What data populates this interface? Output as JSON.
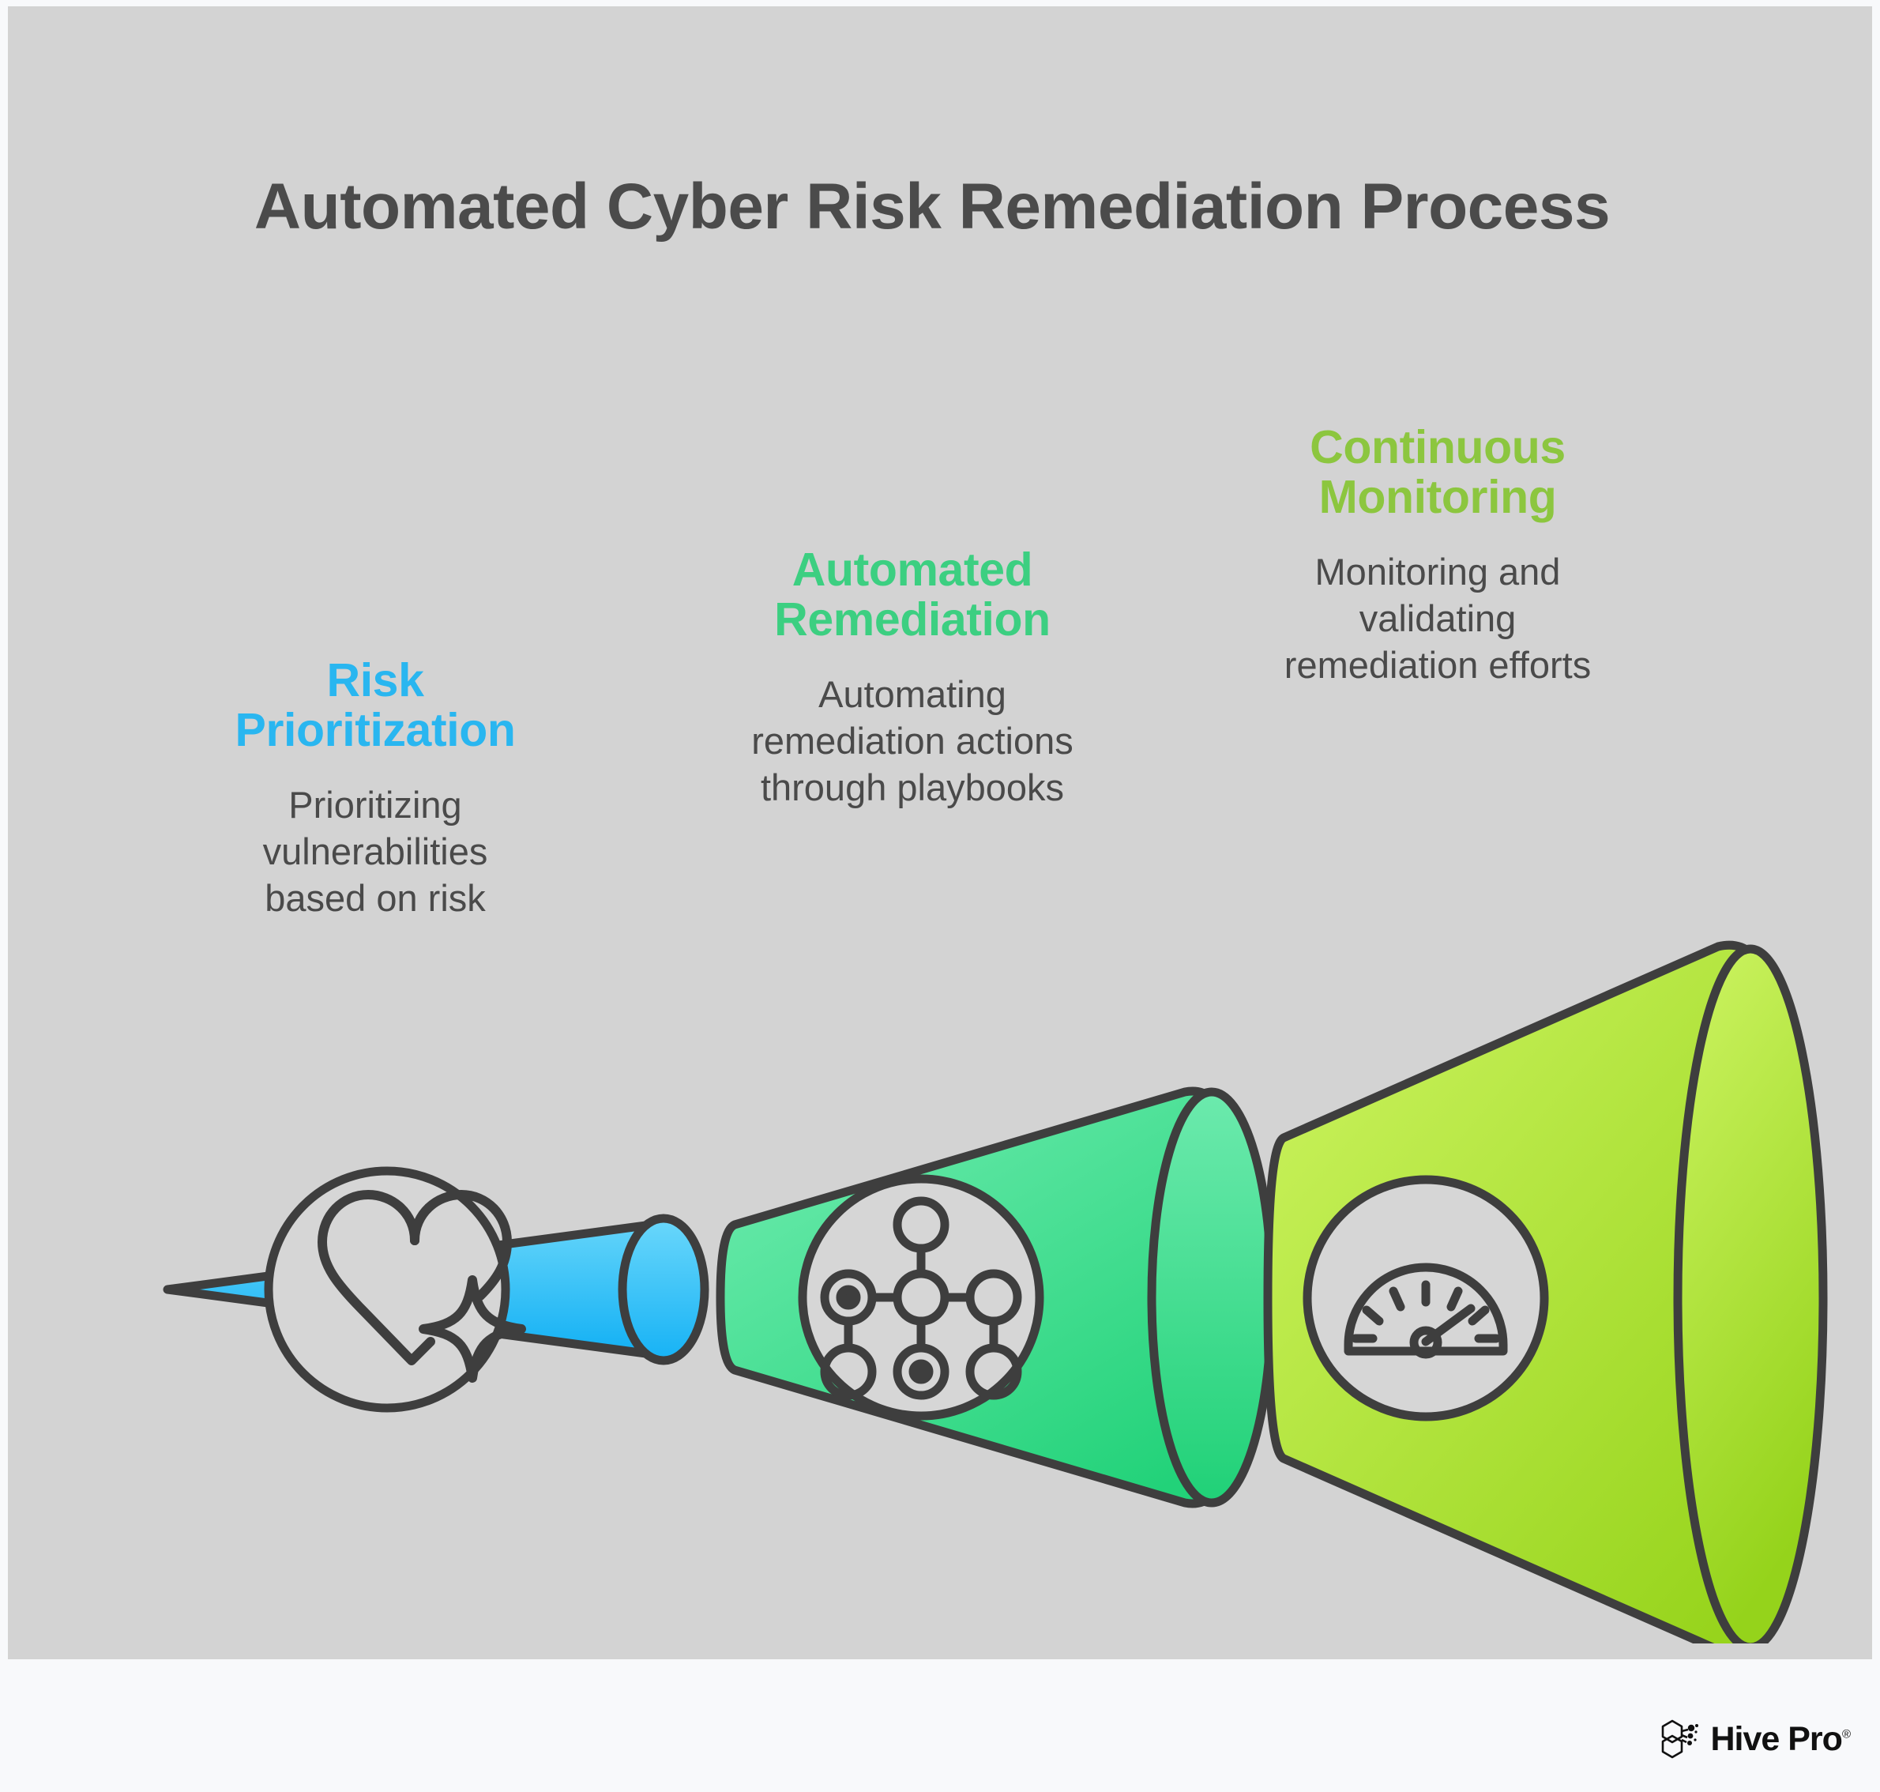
{
  "page": {
    "title": "Automated Cyber Risk Remediation Process",
    "canvas_bg": "#d3d3d3",
    "page_bg": "#f8f9fb",
    "title_color": "#4b4b4b",
    "body_text_color": "#4a4a4a",
    "outline_color": "#3e3e3e"
  },
  "stages": [
    {
      "heading": "Risk Prioritization",
      "heading_line1": "Risk",
      "heading_line2": "Prioritization",
      "description": "Prioritizing vulnerabilities based on risk",
      "desc_line1": "Prioritizing",
      "desc_line2": "vulnerabilities",
      "desc_line3": "based on risk",
      "color": "#29b6f0",
      "gradient_from": "#5fd2f9",
      "gradient_to": "#13aef2",
      "icon": "heart-sparkle-icon"
    },
    {
      "heading": "Automated Remediation",
      "heading_line1": "Automated",
      "heading_line2": "Remediation",
      "description": "Automating remediation actions through playbooks",
      "desc_line1": "Automating",
      "desc_line2": "remediation actions",
      "desc_line3": "through playbooks",
      "color": "#3ccf81",
      "gradient_from": "#67e8a8",
      "gradient_to": "#23d17a",
      "icon": "network-nodes-icon"
    },
    {
      "heading": "Continuous Monitoring",
      "heading_line1": "Continuous",
      "heading_line2": "Monitoring",
      "description": "Monitoring and validating remediation efforts",
      "desc_line1": "Monitoring and",
      "desc_line2": "validating",
      "desc_line3": "remediation efforts",
      "color": "#8cc63f",
      "gradient_from": "#c4f05a",
      "gradient_to": "#9bd41e",
      "icon": "gauge-icon"
    }
  ],
  "footer": {
    "logo_text": "Hive Pro",
    "logo_mark": "honeycomb-hexagon-icon",
    "registered_symbol": "®"
  }
}
